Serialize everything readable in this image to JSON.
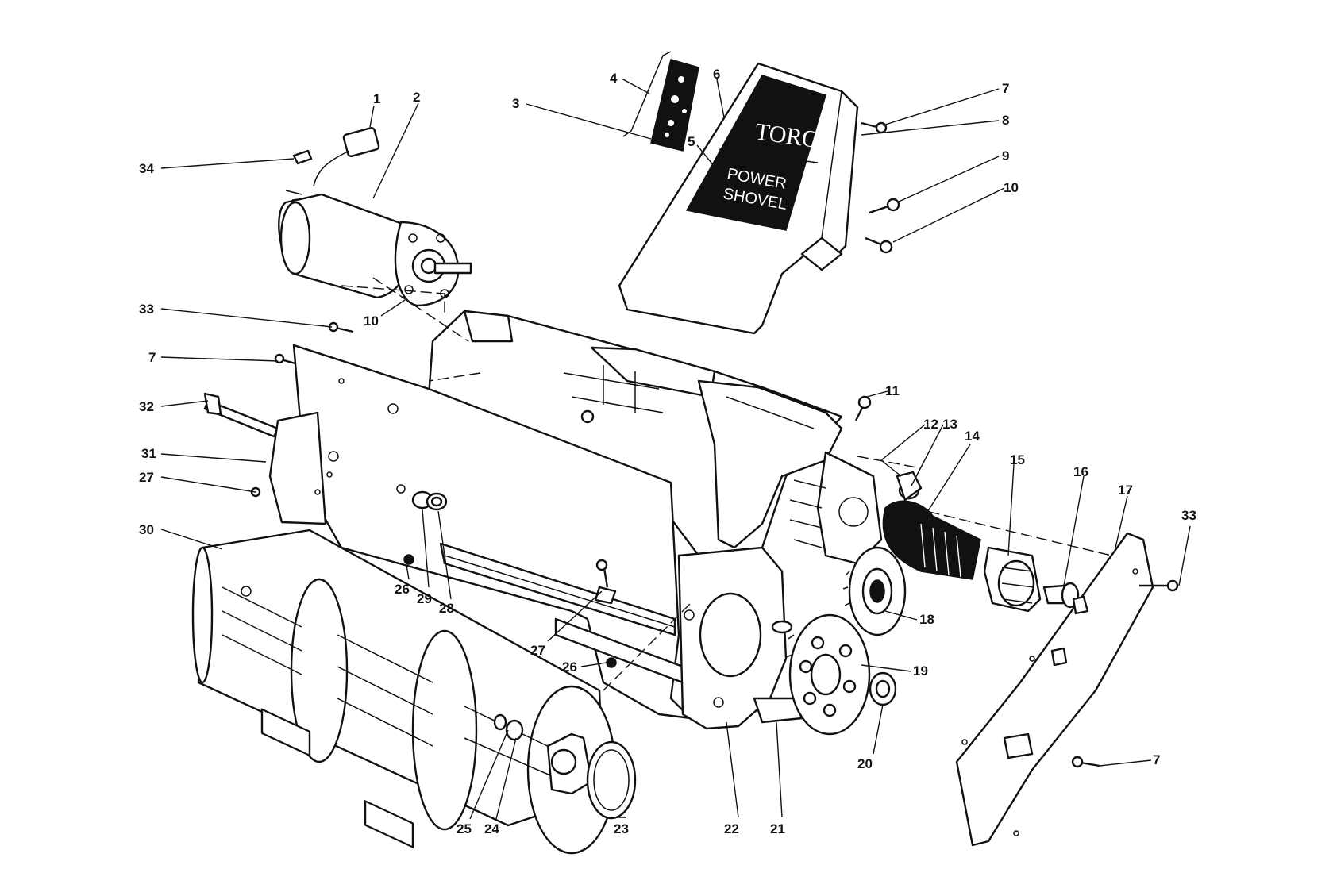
{
  "decal": {
    "brand": "TORO",
    "line1": "POWER",
    "line2": "SHOVEL"
  },
  "callouts": [
    {
      "id": "c1",
      "text": "1"
    },
    {
      "id": "c2",
      "text": "2"
    },
    {
      "id": "c3",
      "text": "3"
    },
    {
      "id": "c4",
      "text": "4"
    },
    {
      "id": "c5",
      "text": "5"
    },
    {
      "id": "c6",
      "text": "6"
    },
    {
      "id": "c7a",
      "text": "7"
    },
    {
      "id": "c8",
      "text": "8"
    },
    {
      "id": "c9",
      "text": "9"
    },
    {
      "id": "c10a",
      "text": "10"
    },
    {
      "id": "c34",
      "text": "34"
    },
    {
      "id": "c33a",
      "text": "33"
    },
    {
      "id": "c10b",
      "text": "10"
    },
    {
      "id": "c7b",
      "text": "7"
    },
    {
      "id": "c32",
      "text": "32"
    },
    {
      "id": "c31",
      "text": "31"
    },
    {
      "id": "c27a",
      "text": "27"
    },
    {
      "id": "c30",
      "text": "30"
    },
    {
      "id": "c11",
      "text": "11"
    },
    {
      "id": "c12",
      "text": "12"
    },
    {
      "id": "c13",
      "text": "13"
    },
    {
      "id": "c14",
      "text": "14"
    },
    {
      "id": "c15",
      "text": "15"
    },
    {
      "id": "c16",
      "text": "16"
    },
    {
      "id": "c17",
      "text": "17"
    },
    {
      "id": "c33b",
      "text": "33"
    },
    {
      "id": "c18",
      "text": "18"
    },
    {
      "id": "c19",
      "text": "19"
    },
    {
      "id": "c20",
      "text": "20"
    },
    {
      "id": "c7c",
      "text": "7"
    },
    {
      "id": "c26a",
      "text": "26"
    },
    {
      "id": "c29",
      "text": "29"
    },
    {
      "id": "c28",
      "text": "28"
    },
    {
      "id": "c27b",
      "text": "27"
    },
    {
      "id": "c26b",
      "text": "26"
    },
    {
      "id": "c25",
      "text": "25"
    },
    {
      "id": "c24",
      "text": "24"
    },
    {
      "id": "c23",
      "text": "23"
    },
    {
      "id": "c22",
      "text": "22"
    },
    {
      "id": "c21",
      "text": "21"
    }
  ]
}
